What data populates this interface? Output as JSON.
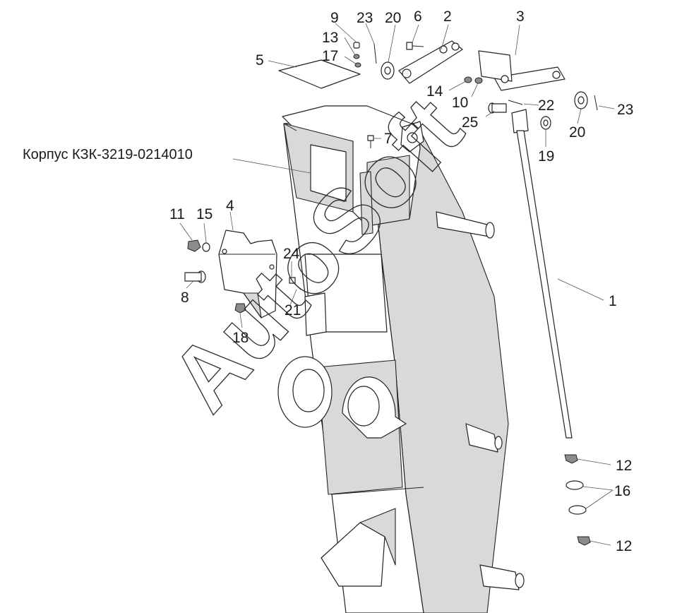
{
  "diagram": {
    "body_label": "Корпус КЗК-3219-0214010",
    "watermark": "AutoSoft",
    "callouts": [
      {
        "id": "c1",
        "text": "1"
      },
      {
        "id": "c2",
        "text": "2"
      },
      {
        "id": "c3",
        "text": "3"
      },
      {
        "id": "c4",
        "text": "4"
      },
      {
        "id": "c5",
        "text": "5"
      },
      {
        "id": "c6",
        "text": "6"
      },
      {
        "id": "c7",
        "text": "7"
      },
      {
        "id": "c8",
        "text": "8"
      },
      {
        "id": "c9",
        "text": "9"
      },
      {
        "id": "c10",
        "text": "10"
      },
      {
        "id": "c11",
        "text": "11"
      },
      {
        "id": "c12a",
        "text": "12"
      },
      {
        "id": "c12b",
        "text": "12"
      },
      {
        "id": "c13",
        "text": "13"
      },
      {
        "id": "c14",
        "text": "14"
      },
      {
        "id": "c15",
        "text": "15"
      },
      {
        "id": "c16",
        "text": "16"
      },
      {
        "id": "c17",
        "text": "17"
      },
      {
        "id": "c18",
        "text": "18"
      },
      {
        "id": "c19",
        "text": "19"
      },
      {
        "id": "c20a",
        "text": "20"
      },
      {
        "id": "c20b",
        "text": "20"
      },
      {
        "id": "c21",
        "text": "21"
      },
      {
        "id": "c22",
        "text": "22"
      },
      {
        "id": "c23a",
        "text": "23"
      },
      {
        "id": "c23b",
        "text": "23"
      },
      {
        "id": "c24",
        "text": "24"
      },
      {
        "id": "c25",
        "text": "25"
      }
    ]
  }
}
